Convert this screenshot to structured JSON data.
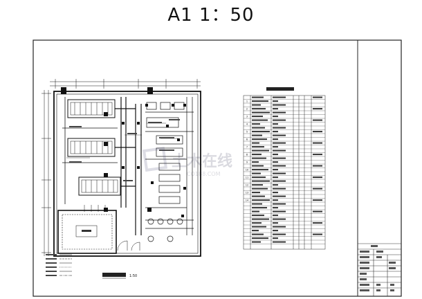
{
  "header": {
    "title": "A1 1：50"
  },
  "drawing": {
    "plan_caption": "",
    "plan_scale": "1:50",
    "table_title": "",
    "watermark_text": "土木在线",
    "watermark_sub": "CO188.COM",
    "table_row_numbers": [
      "1",
      "2",
      "3",
      "4",
      "5",
      "6",
      "7",
      "8",
      "9",
      "10",
      "11",
      "12",
      "13",
      "14"
    ]
  }
}
